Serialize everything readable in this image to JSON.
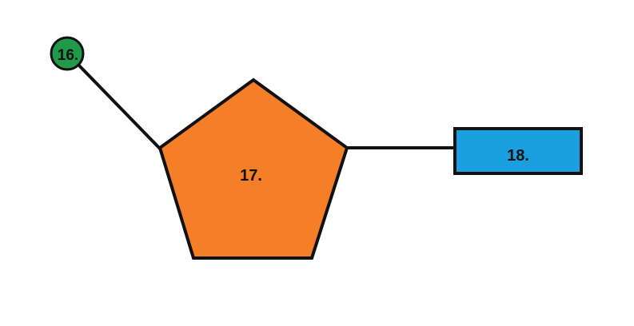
{
  "diagram": {
    "nodes": {
      "circle": {
        "label": "16.",
        "fill": "#1f9a48",
        "shape": "circle"
      },
      "pentagon": {
        "label": "17.",
        "fill": "#f57f28",
        "shape": "pentagon"
      },
      "rectangle": {
        "label": "18.",
        "fill": "#1aa0e0",
        "shape": "rectangle"
      }
    },
    "edges": [
      {
        "from": "circle",
        "to": "pentagon"
      },
      {
        "from": "pentagon",
        "to": "rectangle"
      }
    ],
    "stroke_color": "#111111"
  }
}
